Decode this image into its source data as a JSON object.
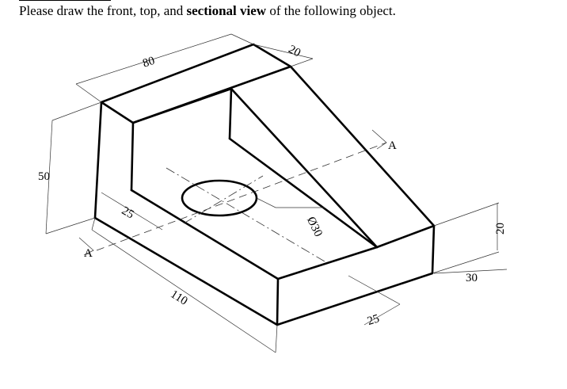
{
  "question": {
    "part1": "Please draw the front, top, and ",
    "bold": "sectional view",
    "part2": " of the following object."
  },
  "dimensions": {
    "d80": "80",
    "d20_top": "20",
    "d50": "50",
    "d25_left": "25",
    "d30_dia": "Ø30",
    "d110": "110",
    "d20_right": "20",
    "d30_right": "30",
    "d25_bottom": "25"
  },
  "section_labels": {
    "left": "A",
    "right": "A"
  }
}
